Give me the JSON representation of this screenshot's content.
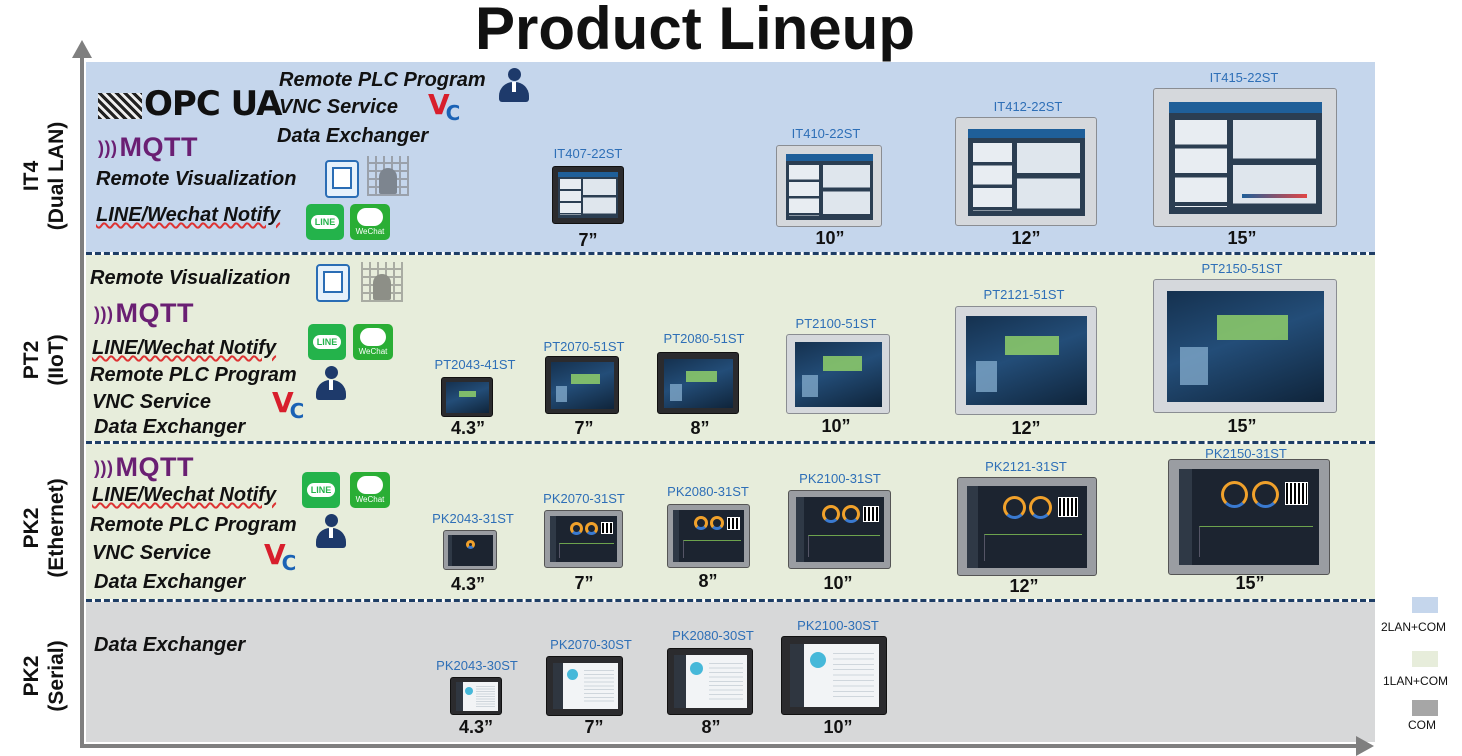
{
  "title": "Product Lineup",
  "colors": {
    "it4_band": "#c5d6ec",
    "pt2_band": "#e7eddb",
    "pk2e_band": "#e7eddb",
    "pk2s_band": "#d7d8d9",
    "model_text": "#2e6fb7"
  },
  "rows": {
    "it4": {
      "label_line1": "IT4",
      "label_line2": "(Dual LAN)",
      "features": {
        "opcua": "OPC UA",
        "remote_plc": "Remote PLC Program",
        "vnc": "VNC Service",
        "data_exchanger": "Data Exchanger",
        "mqtt": "MQTT",
        "remote_vis": "Remote Visualization",
        "line_wechat": "LINE/Wechat Notify"
      },
      "devices": [
        {
          "model": "IT407-22ST",
          "size": "7”"
        },
        {
          "model": "IT410-22ST",
          "size": "10”"
        },
        {
          "model": "IT412-22ST",
          "size": "12”"
        },
        {
          "model": "IT415-22ST",
          "size": "15”"
        }
      ]
    },
    "pt2": {
      "label_line1": "PT2",
      "label_line2": "(IIoT)",
      "features": {
        "remote_vis": "Remote Visualization",
        "mqtt": "MQTT",
        "line_wechat": "LINE/Wechat Notify",
        "remote_plc": "Remote PLC Program",
        "vnc": "VNC Service",
        "data_exchanger": "Data Exchanger"
      },
      "devices": [
        {
          "model": "PT2043-41ST",
          "size": "4.3”"
        },
        {
          "model": "PT2070-51ST",
          "size": "7”"
        },
        {
          "model": "PT2080-51ST",
          "size": "8”"
        },
        {
          "model": "PT2100-51ST",
          "size": "10”"
        },
        {
          "model": "PT2121-51ST",
          "size": "12”"
        },
        {
          "model": "PT2150-51ST",
          "size": "15”"
        }
      ]
    },
    "pk2e": {
      "label_line1": "PK2",
      "label_line2": "(Ethernet)",
      "features": {
        "mqtt": "MQTT",
        "line_wechat": "LINE/Wechat Notify",
        "remote_plc": "Remote PLC Program",
        "vnc": "VNC Service",
        "data_exchanger": "Data Exchanger"
      },
      "devices": [
        {
          "model": "PK2043-31ST",
          "size": "4.3”"
        },
        {
          "model": "PK2070-31ST",
          "size": "7”"
        },
        {
          "model": "PK2080-31ST",
          "size": "8”"
        },
        {
          "model": "PK2100-31ST",
          "size": "10”"
        },
        {
          "model": "PK2121-31ST",
          "size": "12”"
        },
        {
          "model": "PK2150-31ST",
          "size": "15”"
        }
      ]
    },
    "pk2s": {
      "label_line1": "PK2",
      "label_line2": "(Serial)",
      "features": {
        "data_exchanger": "Data Exchanger"
      },
      "devices": [
        {
          "model": "PK2043-30ST",
          "size": "4.3”"
        },
        {
          "model": "PK2070-30ST",
          "size": "7”"
        },
        {
          "model": "PK2080-30ST",
          "size": "8”"
        },
        {
          "model": "PK2100-30ST",
          "size": "10”"
        }
      ]
    }
  },
  "icons": {
    "line_label": "LINE",
    "wechat_label": "WeChat",
    "vnc_v": "V",
    "vnc_c": "C"
  },
  "legend": [
    {
      "label": "2LAN+COM",
      "color": "#c5d6ec"
    },
    {
      "label": "1LAN+COM",
      "color": "#e7eddb"
    },
    {
      "label": "COM",
      "color": "#a6a6a6"
    }
  ]
}
